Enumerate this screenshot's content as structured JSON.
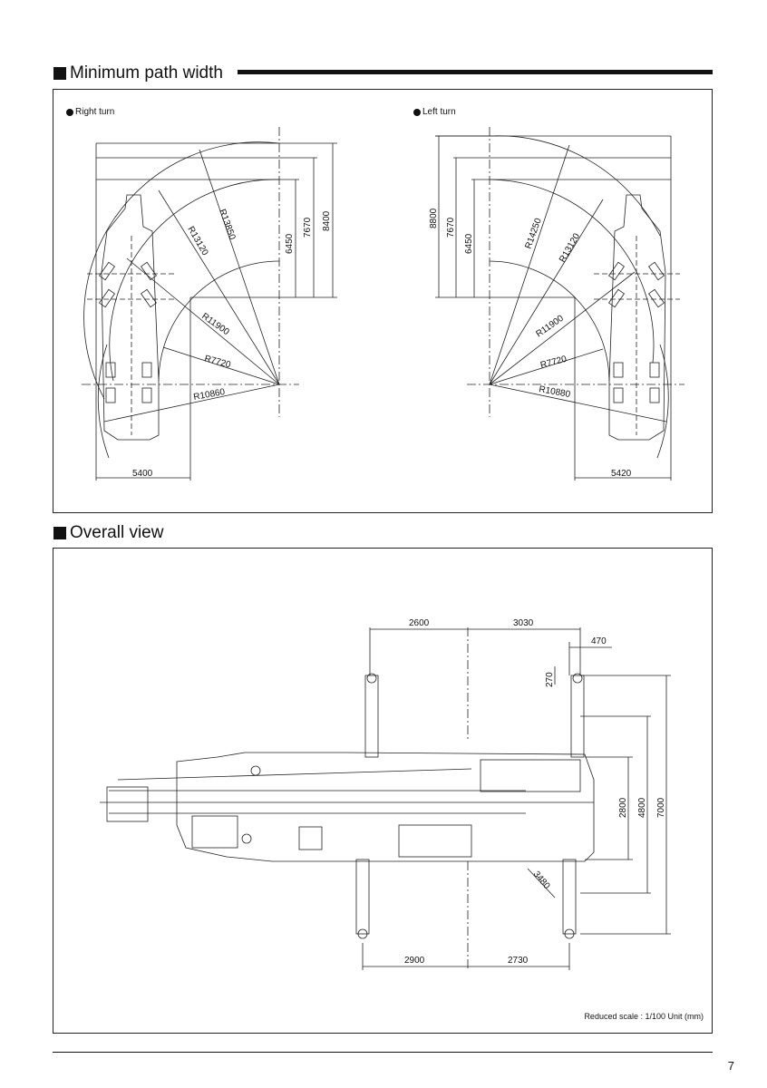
{
  "sections": {
    "min_path": {
      "title": "Minimum path width"
    },
    "overall": {
      "title": "Overall view"
    }
  },
  "right_turn": {
    "label": "Right turn",
    "radii": [
      "R13850",
      "R13120",
      "R11900",
      "R7720",
      "R10860"
    ],
    "heights": [
      "6450",
      "7670",
      "8400"
    ],
    "width": "5400"
  },
  "left_turn": {
    "label": "Left turn",
    "radii": [
      "R14250",
      "R13120",
      "R11900",
      "R7720",
      "R10880"
    ],
    "heights": [
      "8800",
      "7670",
      "6450"
    ],
    "width": "5420"
  },
  "overall_view": {
    "top_dims": [
      "2600",
      "3030",
      "470"
    ],
    "side_dims": [
      "270",
      "2800",
      "4800",
      "7000"
    ],
    "diag_dim": "3480",
    "bottom_dims": [
      "2900",
      "2730"
    ]
  },
  "footer": {
    "scale_note": "Reduced scale : 1/100 Unit (mm)",
    "page_number": "7"
  }
}
